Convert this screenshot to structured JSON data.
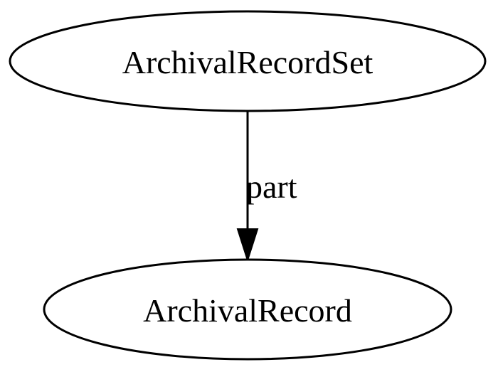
{
  "nodes": {
    "record_set": {
      "label": "ArchivalRecordSet"
    },
    "record": {
      "label": "ArchivalRecord"
    }
  },
  "edges": {
    "part": {
      "label": "part",
      "from": "record_set",
      "to": "record"
    }
  },
  "colors": {
    "stroke": "#000000",
    "background": "#ffffff"
  }
}
